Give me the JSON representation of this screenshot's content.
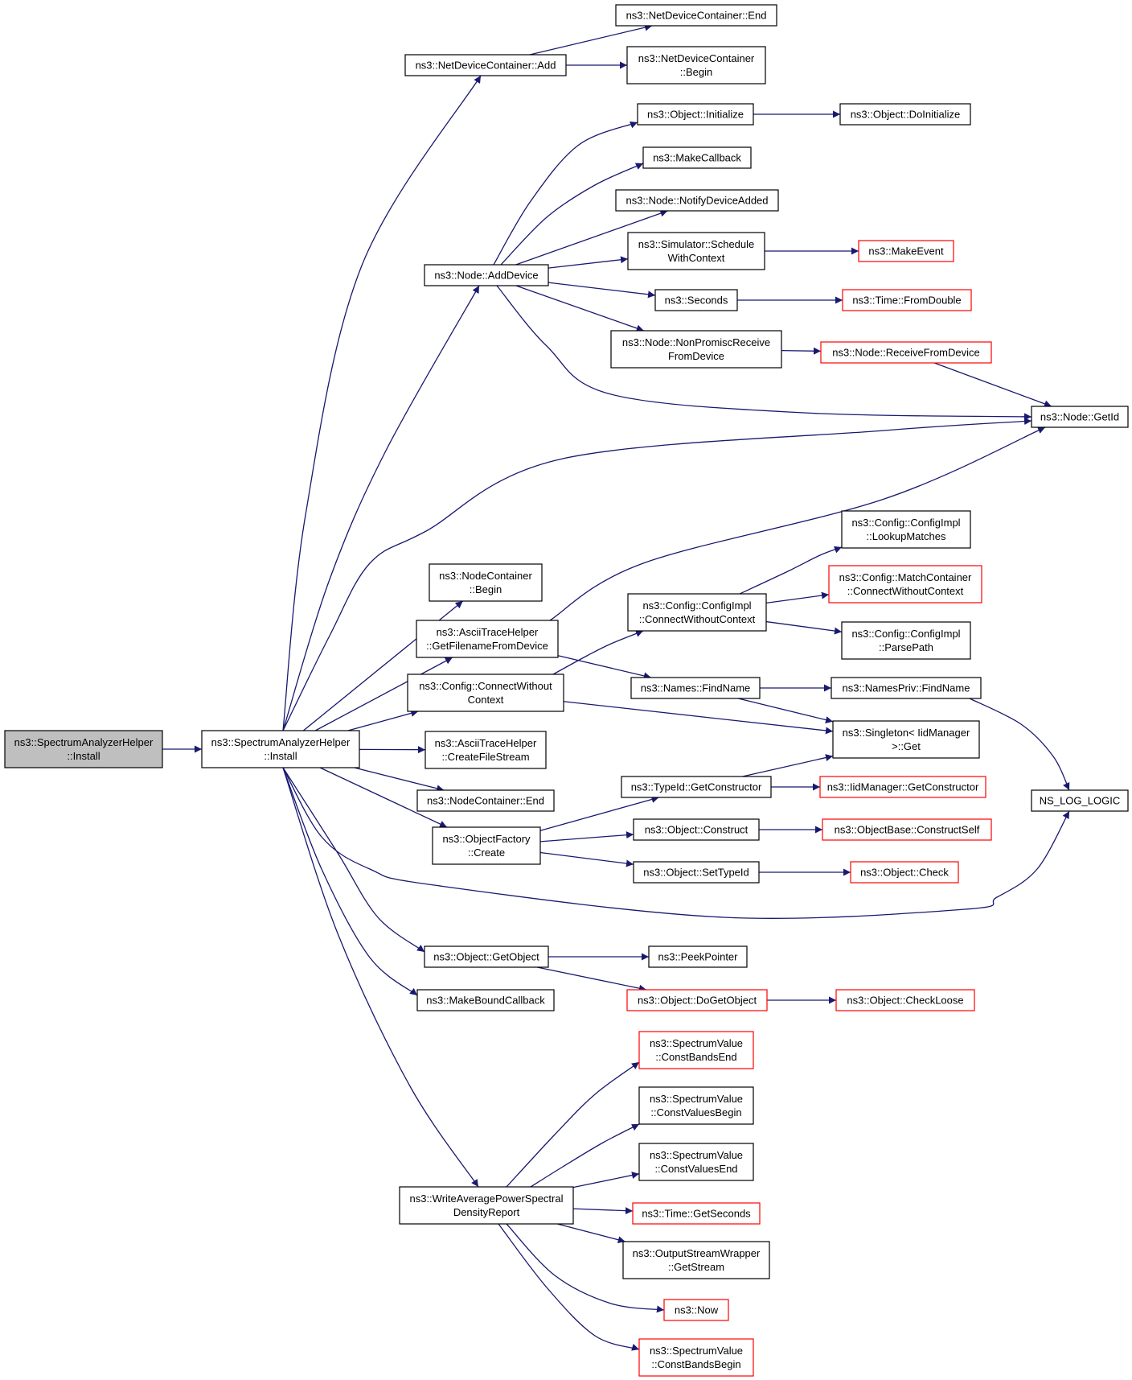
{
  "colors": {
    "edge": "#191970",
    "node_border": "#000000",
    "node_border_truncated": "#ff0000",
    "root_fill": "#bfbfbf",
    "node_fill": "#ffffff"
  },
  "nodes": [
    {
      "id": "root",
      "lines": [
        "ns3::SpectrumAnalyzerHelper",
        "::Install"
      ],
      "style": "root"
    },
    {
      "id": "install",
      "lines": [
        "ns3::SpectrumAnalyzerHelper",
        "::Install"
      ],
      "style": "normal"
    },
    {
      "id": "ndc_add",
      "lines": [
        "ns3::NetDeviceContainer::Add"
      ],
      "style": "normal"
    },
    {
      "id": "ndc_end",
      "lines": [
        "ns3::NetDeviceContainer::End"
      ],
      "style": "normal"
    },
    {
      "id": "ndc_begin",
      "lines": [
        "ns3::NetDeviceContainer",
        "::Begin"
      ],
      "style": "normal"
    },
    {
      "id": "obj_init",
      "lines": [
        "ns3::Object::Initialize"
      ],
      "style": "normal"
    },
    {
      "id": "obj_doinit",
      "lines": [
        "ns3::Object::DoInitialize"
      ],
      "style": "normal"
    },
    {
      "id": "makecallback",
      "lines": [
        "ns3::MakeCallback"
      ],
      "style": "normal"
    },
    {
      "id": "notify_dev",
      "lines": [
        "ns3::Node::NotifyDeviceAdded"
      ],
      "style": "normal"
    },
    {
      "id": "sim_sched",
      "lines": [
        "ns3::Simulator::Schedule",
        "WithContext"
      ],
      "style": "normal"
    },
    {
      "id": "makeevent",
      "lines": [
        "ns3::MakeEvent"
      ],
      "style": "truncated"
    },
    {
      "id": "adddevice",
      "lines": [
        "ns3::Node::AddDevice"
      ],
      "style": "normal"
    },
    {
      "id": "seconds",
      "lines": [
        "ns3::Seconds"
      ],
      "style": "normal"
    },
    {
      "id": "fromdouble",
      "lines": [
        "ns3::Time::FromDouble"
      ],
      "style": "truncated"
    },
    {
      "id": "nonpromisc",
      "lines": [
        "ns3::Node::NonPromiscReceive",
        "FromDevice"
      ],
      "style": "normal"
    },
    {
      "id": "recvfromdev",
      "lines": [
        "ns3::Node::ReceiveFromDevice"
      ],
      "style": "truncated"
    },
    {
      "id": "getid",
      "lines": [
        "ns3::Node::GetId"
      ],
      "style": "normal"
    },
    {
      "id": "lookup",
      "lines": [
        "ns3::Config::ConfigImpl",
        "::LookupMatches"
      ],
      "style": "normal"
    },
    {
      "id": "nc_begin",
      "lines": [
        "ns3::NodeContainer",
        "::Begin"
      ],
      "style": "normal"
    },
    {
      "id": "match_cwc",
      "lines": [
        "ns3::Config::MatchContainer",
        "::ConnectWithoutContext"
      ],
      "style": "truncated"
    },
    {
      "id": "cfgimpl_cwc",
      "lines": [
        "ns3::Config::ConfigImpl",
        "::ConnectWithoutContext"
      ],
      "style": "normal"
    },
    {
      "id": "ascii_getfn",
      "lines": [
        "ns3::AsciiTraceHelper",
        "::GetFilenameFromDevice"
      ],
      "style": "normal"
    },
    {
      "id": "parsepath",
      "lines": [
        "ns3::Config::ConfigImpl",
        "::ParsePath"
      ],
      "style": "normal"
    },
    {
      "id": "cfg_cwc",
      "lines": [
        "ns3::Config::ConnectWithout",
        "Context"
      ],
      "style": "normal"
    },
    {
      "id": "names_find",
      "lines": [
        "ns3::Names::FindName"
      ],
      "style": "normal"
    },
    {
      "id": "namespriv_find",
      "lines": [
        "ns3::NamesPriv::FindName"
      ],
      "style": "normal"
    },
    {
      "id": "singleton_get",
      "lines": [
        "ns3::Singleton< IidManager",
        " >::Get"
      ],
      "style": "normal"
    },
    {
      "id": "ascii_create",
      "lines": [
        "ns3::AsciiTraceHelper",
        "::CreateFileStream"
      ],
      "style": "normal"
    },
    {
      "id": "typeid_getctor",
      "lines": [
        "ns3::TypeId::GetConstructor"
      ],
      "style": "normal"
    },
    {
      "id": "iid_getctor",
      "lines": [
        "ns3::IidManager::GetConstructor"
      ],
      "style": "truncated"
    },
    {
      "id": "nc_end",
      "lines": [
        "ns3::NodeContainer::End"
      ],
      "style": "normal"
    },
    {
      "id": "ns_log_logic",
      "lines": [
        "NS_LOG_LOGIC"
      ],
      "style": "normal"
    },
    {
      "id": "objfactory_create",
      "lines": [
        "ns3::ObjectFactory",
        "::Create"
      ],
      "style": "normal"
    },
    {
      "id": "obj_construct",
      "lines": [
        "ns3::Object::Construct"
      ],
      "style": "normal"
    },
    {
      "id": "objbase_constructself",
      "lines": [
        "ns3::ObjectBase::ConstructSelf"
      ],
      "style": "truncated"
    },
    {
      "id": "obj_settypeid",
      "lines": [
        "ns3::Object::SetTypeId"
      ],
      "style": "normal"
    },
    {
      "id": "obj_check",
      "lines": [
        "ns3::Object::Check"
      ],
      "style": "truncated"
    },
    {
      "id": "obj_getobject",
      "lines": [
        "ns3::Object::GetObject"
      ],
      "style": "normal"
    },
    {
      "id": "peekpointer",
      "lines": [
        "ns3::PeekPointer"
      ],
      "style": "normal"
    },
    {
      "id": "obj_dogetobject",
      "lines": [
        "ns3::Object::DoGetObject"
      ],
      "style": "truncated"
    },
    {
      "id": "obj_checkloose",
      "lines": [
        "ns3::Object::CheckLoose"
      ],
      "style": "truncated"
    },
    {
      "id": "makeboundcallback",
      "lines": [
        "ns3::MakeBoundCallback"
      ],
      "style": "normal"
    },
    {
      "id": "sv_cbe",
      "lines": [
        "ns3::SpectrumValue",
        "::ConstBandsEnd"
      ],
      "style": "truncated"
    },
    {
      "id": "sv_cvb",
      "lines": [
        "ns3::SpectrumValue",
        "::ConstValuesBegin"
      ],
      "style": "normal"
    },
    {
      "id": "sv_cve",
      "lines": [
        "ns3::SpectrumValue",
        "::ConstValuesEnd"
      ],
      "style": "normal"
    },
    {
      "id": "write_psd",
      "lines": [
        "ns3::WriteAveragePowerSpectral",
        "DensityReport"
      ],
      "style": "normal"
    },
    {
      "id": "time_getseconds",
      "lines": [
        "ns3::Time::GetSeconds"
      ],
      "style": "truncated"
    },
    {
      "id": "osw_getstream",
      "lines": [
        "ns3::OutputStreamWrapper",
        "::GetStream"
      ],
      "style": "normal"
    },
    {
      "id": "now",
      "lines": [
        "ns3::Now"
      ],
      "style": "truncated"
    },
    {
      "id": "sv_cbb",
      "lines": [
        "ns3::SpectrumValue",
        "::ConstBandsBegin"
      ],
      "style": "truncated"
    }
  ],
  "edges": [
    [
      "root",
      "install"
    ],
    [
      "install",
      "ndc_add"
    ],
    [
      "install",
      "adddevice"
    ],
    [
      "install",
      "getid"
    ],
    [
      "install",
      "nc_begin"
    ],
    [
      "install",
      "ascii_getfn"
    ],
    [
      "install",
      "cfg_cwc"
    ],
    [
      "install",
      "ascii_create"
    ],
    [
      "install",
      "nc_end"
    ],
    [
      "install",
      "objfactory_create"
    ],
    [
      "install",
      "ns_log_logic"
    ],
    [
      "install",
      "obj_getobject"
    ],
    [
      "install",
      "makeboundcallback"
    ],
    [
      "install",
      "write_psd"
    ],
    [
      "ndc_add",
      "ndc_end"
    ],
    [
      "ndc_add",
      "ndc_begin"
    ],
    [
      "adddevice",
      "obj_init"
    ],
    [
      "adddevice",
      "makecallback"
    ],
    [
      "adddevice",
      "notify_dev"
    ],
    [
      "adddevice",
      "sim_sched"
    ],
    [
      "adddevice",
      "seconds"
    ],
    [
      "adddevice",
      "nonpromisc"
    ],
    [
      "adddevice",
      "getid"
    ],
    [
      "obj_init",
      "obj_doinit"
    ],
    [
      "sim_sched",
      "makeevent"
    ],
    [
      "seconds",
      "fromdouble"
    ],
    [
      "nonpromisc",
      "recvfromdev"
    ],
    [
      "recvfromdev",
      "getid"
    ],
    [
      "ascii_getfn",
      "getid"
    ],
    [
      "ascii_getfn",
      "names_find"
    ],
    [
      "cfg_cwc",
      "cfgimpl_cwc"
    ],
    [
      "cfg_cwc",
      "singleton_get"
    ],
    [
      "cfgimpl_cwc",
      "lookup"
    ],
    [
      "cfgimpl_cwc",
      "match_cwc"
    ],
    [
      "cfgimpl_cwc",
      "parsepath"
    ],
    [
      "names_find",
      "namespriv_find"
    ],
    [
      "names_find",
      "singleton_get"
    ],
    [
      "namespriv_find",
      "ns_log_logic"
    ],
    [
      "typeid_getctor",
      "singleton_get"
    ],
    [
      "typeid_getctor",
      "iid_getctor"
    ],
    [
      "objfactory_create",
      "typeid_getctor"
    ],
    [
      "objfactory_create",
      "obj_construct"
    ],
    [
      "objfactory_create",
      "obj_settypeid"
    ],
    [
      "obj_construct",
      "objbase_constructself"
    ],
    [
      "obj_settypeid",
      "obj_check"
    ],
    [
      "obj_getobject",
      "peekpointer"
    ],
    [
      "obj_getobject",
      "obj_dogetobject"
    ],
    [
      "obj_dogetobject",
      "obj_checkloose"
    ],
    [
      "write_psd",
      "sv_cbe"
    ],
    [
      "write_psd",
      "sv_cvb"
    ],
    [
      "write_psd",
      "sv_cve"
    ],
    [
      "write_psd",
      "time_getseconds"
    ],
    [
      "write_psd",
      "osw_getstream"
    ],
    [
      "write_psd",
      "now"
    ],
    [
      "write_psd",
      "sv_cbb"
    ]
  ]
}
